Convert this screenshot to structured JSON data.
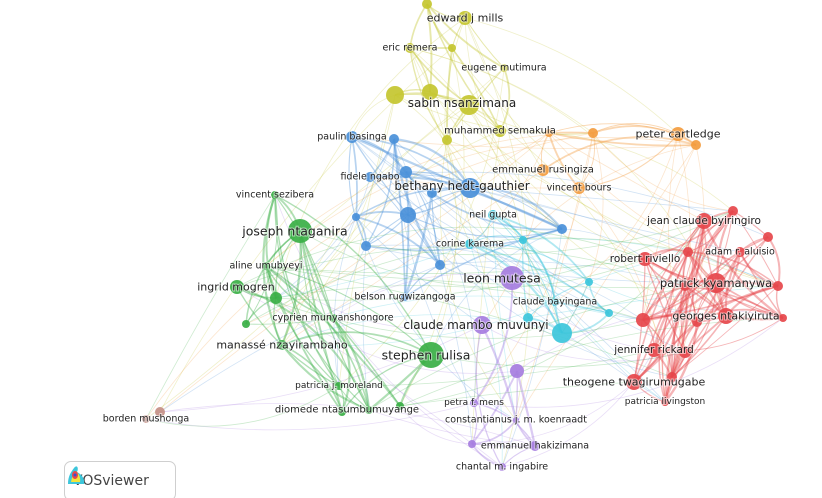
{
  "colors": {
    "yellow": "#c4c52f",
    "orange": "#f39c3f",
    "blue": "#4a90d9",
    "cyan": "#3cc6db",
    "purple": "#a67de0",
    "green": "#3aaf45",
    "brown": "#c48f86",
    "red": "#e6474b"
  },
  "nodes": [
    {
      "label": "",
      "cluster": "yellow"
    },
    {
      "label": "edward j mills",
      "cluster": "yellow"
    },
    {
      "label": "eric remera",
      "cluster": "yellow"
    },
    {
      "label": "",
      "cluster": "yellow"
    },
    {
      "label": "eugene mutimura",
      "cluster": "yellow"
    },
    {
      "label": "",
      "cluster": "yellow"
    },
    {
      "label": "",
      "cluster": "yellow"
    },
    {
      "label": "sabin nsanzimana",
      "cluster": "yellow"
    },
    {
      "label": "muhammed semakula",
      "cluster": "yellow"
    },
    {
      "label": "",
      "cluster": "yellow"
    },
    {
      "label": "",
      "cluster": "orange"
    },
    {
      "label": "",
      "cluster": "orange"
    },
    {
      "label": "peter cartledge",
      "cluster": "orange"
    },
    {
      "label": "",
      "cluster": "orange"
    },
    {
      "label": "emmanuel rusingiza",
      "cluster": "orange"
    },
    {
      "label": "vincent bours",
      "cluster": "orange"
    },
    {
      "label": "paulin basinga",
      "cluster": "blue"
    },
    {
      "label": "",
      "cluster": "blue"
    },
    {
      "label": "fidele ngabo",
      "cluster": "blue"
    },
    {
      "label": "",
      "cluster": "blue"
    },
    {
      "label": "bethany hedt-gauthier",
      "cluster": "blue"
    },
    {
      "label": "",
      "cluster": "blue"
    },
    {
      "label": "",
      "cluster": "blue"
    },
    {
      "label": "",
      "cluster": "blue"
    },
    {
      "label": "",
      "cluster": "blue"
    },
    {
      "label": "",
      "cluster": "blue"
    },
    {
      "label": "",
      "cluster": "blue"
    },
    {
      "label": "belson rugwizangoga",
      "cluster": "blue"
    },
    {
      "label": "neil gupta",
      "cluster": "cyan"
    },
    {
      "label": "corine karema",
      "cluster": "cyan"
    },
    {
      "label": "",
      "cluster": "cyan"
    },
    {
      "label": "claude bayingana",
      "cluster": "cyan"
    },
    {
      "label": "",
      "cluster": "cyan"
    },
    {
      "label": "",
      "cluster": "cyan"
    },
    {
      "label": "",
      "cluster": "cyan"
    },
    {
      "label": "",
      "cluster": "cyan"
    },
    {
      "label": "leon mutesa",
      "cluster": "purple"
    },
    {
      "label": "claude mambo muvunyi",
      "cluster": "purple"
    },
    {
      "label": "",
      "cluster": "purple"
    },
    {
      "label": "petra f. mens",
      "cluster": "purple"
    },
    {
      "label": "constantianus j. m. koenraadt",
      "cluster": "purple"
    },
    {
      "label": "emmanuel hakizimana",
      "cluster": "purple"
    },
    {
      "label": "",
      "cluster": "purple"
    },
    {
      "label": "chantal m. ingabire",
      "cluster": "purple"
    },
    {
      "label": "vincent sezibera",
      "cluster": "green"
    },
    {
      "label": "joseph ntaganira",
      "cluster": "green"
    },
    {
      "label": "aline umubyeyi",
      "cluster": "green"
    },
    {
      "label": "ingrid mogren",
      "cluster": "green"
    },
    {
      "label": "",
      "cluster": "green"
    },
    {
      "label": "",
      "cluster": "green"
    },
    {
      "label": "cyprien munyanshongore",
      "cluster": "green"
    },
    {
      "label": "manassé nzayirambaho",
      "cluster": "green"
    },
    {
      "label": "stephen rulisa",
      "cluster": "green"
    },
    {
      "label": "patricia j. moreland",
      "cluster": "green"
    },
    {
      "label": "diomede ntasumbumuyange",
      "cluster": "green"
    },
    {
      "label": "",
      "cluster": "green"
    },
    {
      "label": "",
      "cluster": "green"
    },
    {
      "label": "borden mushonga",
      "cluster": "brown"
    },
    {
      "label": "",
      "cluster": "brown"
    },
    {
      "label": "jean claude byiringiro",
      "cluster": "red"
    },
    {
      "label": "",
      "cluster": "red"
    },
    {
      "label": "",
      "cluster": "red"
    },
    {
      "label": "robert riviello",
      "cluster": "red"
    },
    {
      "label": "",
      "cluster": "red"
    },
    {
      "label": "adam r. aluisio",
      "cluster": "red"
    },
    {
      "label": "patrick kyamanywa",
      "cluster": "red"
    },
    {
      "label": "",
      "cluster": "red"
    },
    {
      "label": "",
      "cluster": "red"
    },
    {
      "label": "georges ntakiyiruta",
      "cluster": "red"
    },
    {
      "label": "",
      "cluster": "red"
    },
    {
      "label": "",
      "cluster": "red"
    },
    {
      "label": "",
      "cluster": "red"
    },
    {
      "label": "jennifer rickard",
      "cluster": "red"
    },
    {
      "label": "",
      "cluster": "red"
    },
    {
      "label": "theogene twagirumugabe",
      "cluster": "red"
    },
    {
      "label": "",
      "cluster": "red"
    },
    {
      "label": "patricia livingston",
      "cluster": "red"
    }
  ],
  "logo": {
    "text": "VOSviewer"
  }
}
